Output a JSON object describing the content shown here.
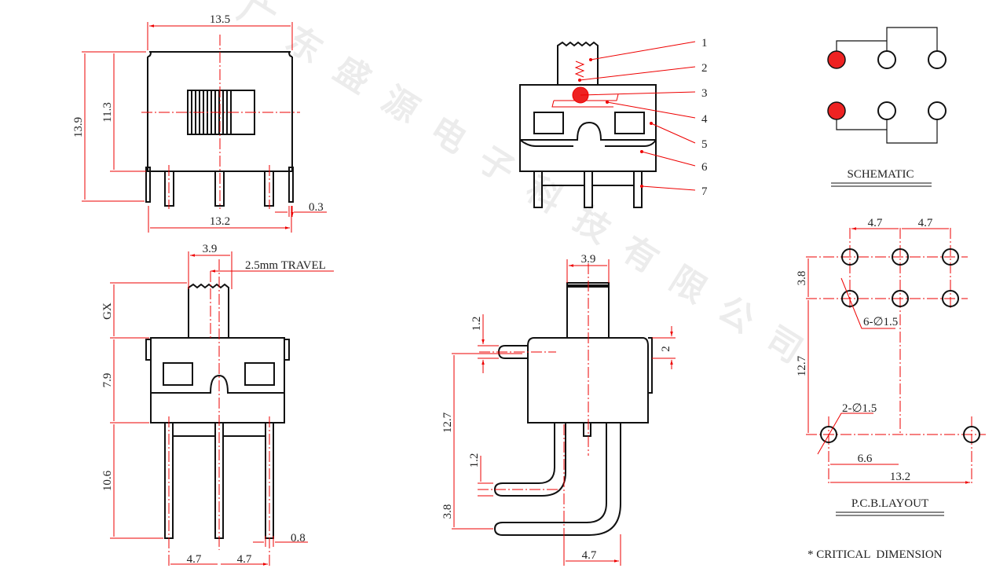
{
  "watermark": "广东盛源电子科技有限公司",
  "front_view": {
    "width_top": "13.5",
    "height_total": "13.9",
    "height_body": "11.3",
    "width_bottom": "13.2",
    "tab_thickness": "0.3"
  },
  "callouts": [
    "1",
    "2",
    "3",
    "4",
    "5",
    "6",
    "7"
  ],
  "schematic": {
    "title": "SCHEMATIC"
  },
  "end_view": {
    "actuator_width": "3.9",
    "travel": "2.5mm TRAVEL",
    "actuator_height": "GX",
    "body_height": "7.9",
    "pin_length": "10.6",
    "pitch_1": "4.7",
    "pitch_2": "4.7",
    "pin_width": "0.8"
  },
  "side_view": {
    "actuator_width": "3.9",
    "lever_thickness": "1.2",
    "lever_offset": "2",
    "pin_height": "12.7",
    "bend_thickness": "1.2",
    "bend_offset": "3.8",
    "pitch": "4.7"
  },
  "pcb": {
    "title": "P.C.B.LAYOUT",
    "pitch_1": "4.7",
    "pitch_2": "4.7",
    "row_spacing": "3.8",
    "row_to_mount": "12.7",
    "hole_label": "6-∅1.5",
    "mount_hole_label": "2-∅1.5",
    "offset": "6.6",
    "mount_spacing": "13.2"
  },
  "note": "* CRITICAL  DIMENSION",
  "colors": {
    "outline": "#111111",
    "dimension": "#ee0000",
    "contact": "#ee2222"
  }
}
